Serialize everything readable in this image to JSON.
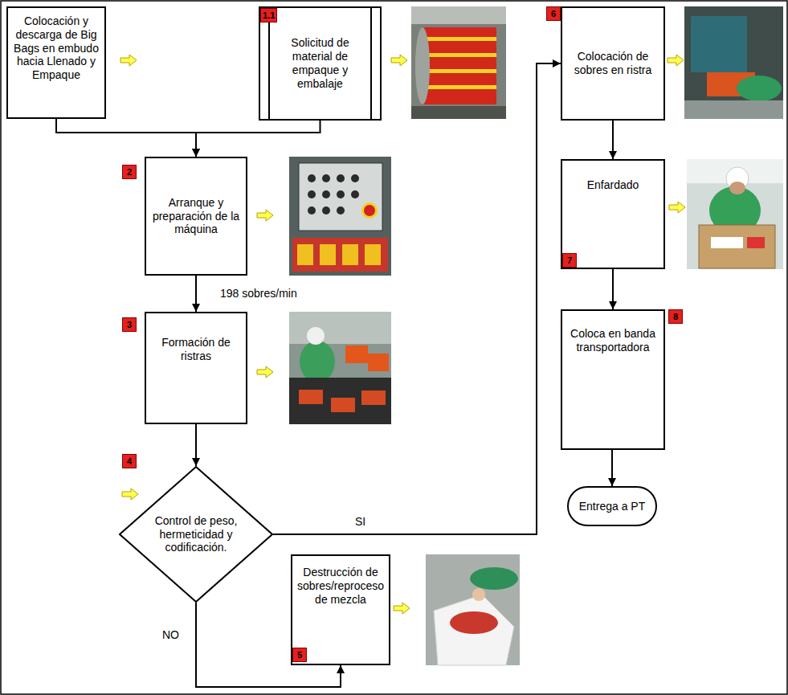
{
  "diagram": {
    "nodes": [
      {
        "text": [
          "Colocación y descarga de Big Bags en embudo hacia Llenado y Empaque"
        ]
      },
      {
        "text": [
          "Solicitud de material de empaque y embalaje"
        ]
      },
      {
        "text": [
          "Arranque y preparación de la máquina"
        ]
      },
      {
        "text": [
          "Formación de ristras"
        ]
      },
      {
        "text": [
          "Control de peso, hermeticidad y codificación."
        ]
      },
      {
        "text": [
          "Destrucción de sobres/reproceso de mezcla"
        ]
      },
      {
        "text": [
          "Colocación de sobres en ristra"
        ]
      },
      {
        "text": [
          "Enfardado"
        ]
      },
      {
        "text": [
          "Coloca en banda transportadora"
        ]
      },
      {
        "text": [
          "Entrega a PT"
        ]
      }
    ],
    "edges": [
      {
        "from": 0,
        "to": 2,
        "arrow": "to"
      },
      {
        "from": 1,
        "to": 2,
        "arrow": "to"
      },
      {
        "from": 2,
        "to": 3,
        "label": "198 sobres/min",
        "arrow": "to"
      },
      {
        "from": 3,
        "to": 4,
        "arrow": "to"
      },
      {
        "from": 4,
        "to": 6,
        "label": "SI",
        "arrow": "to"
      },
      {
        "from": 4,
        "to": 5,
        "label": "NO",
        "arrow": "to"
      },
      {
        "from": 6,
        "to": 7,
        "arrow": "to"
      },
      {
        "from": 7,
        "to": 8,
        "arrow": "to"
      },
      {
        "from": 8,
        "to": 9,
        "arrow": "to"
      }
    ],
    "labels": [
      "1.1",
      "2",
      "3",
      "4",
      "5",
      "6",
      "7",
      "8"
    ]
  }
}
